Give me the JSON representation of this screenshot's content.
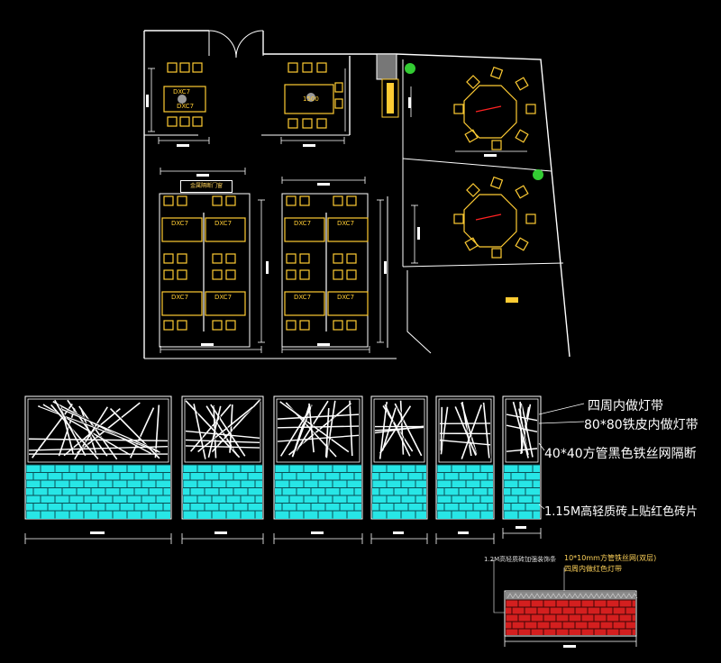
{
  "plan": {
    "office_room_labels": [
      "DXC7",
      "DXC7",
      "DXC7",
      "DXC7",
      "DXC7",
      "DXC7",
      "DXC7",
      "DXC7",
      "DXC7",
      "DXC7"
    ],
    "meeting_room_label": "1500",
    "banner_label": "金属隔断门窗"
  },
  "elevation": {
    "callouts": [
      "四周内做灯带",
      "80*80铁皮内做灯带",
      "40*40方管黑色铁丝网隔断",
      "1.15M高轻质砖上贴红色砖片"
    ],
    "detail_note_1": "1.2M高轻质砖加强装饰条",
    "detail_note_2": "10*10mm方管铁丝网(双层)",
    "detail_note_3": "四周内做红色灯带"
  },
  "colors": {
    "wall": "#ffffff",
    "furniture": "#ffcc33",
    "brick_cyan": "#27e6e6",
    "brick_red": "#d41f1f",
    "plant_green": "#33cc33",
    "accent_red": "#ff2222"
  }
}
